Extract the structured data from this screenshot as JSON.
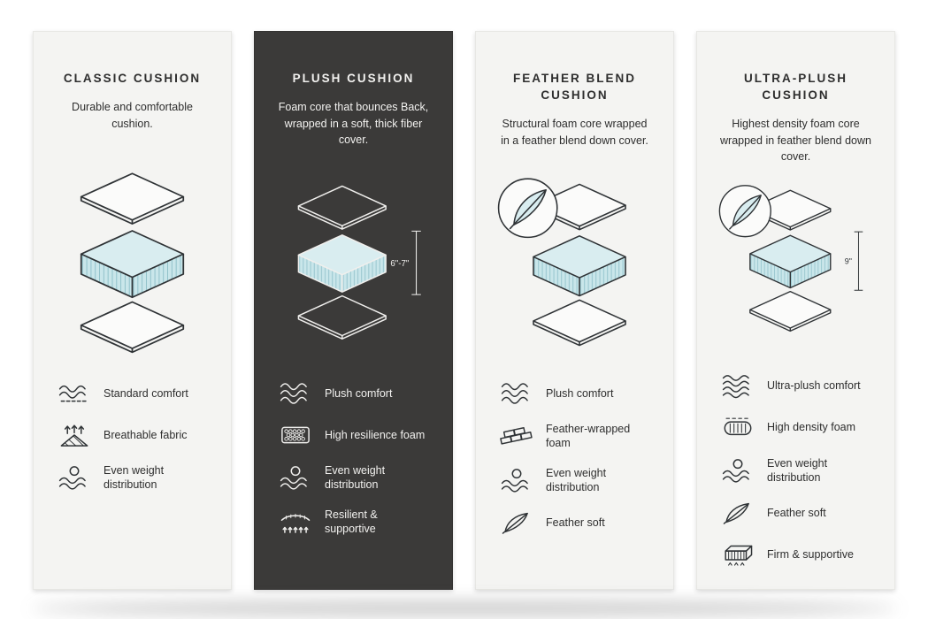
{
  "page": {
    "background": "#ffffff"
  },
  "colors": {
    "card_light": "#f4f4f2",
    "card_dark": "#3b3a39",
    "foam_top": "#d9edf0",
    "foam_side": "#c9e6ea",
    "foam_stripe": "#8fc0c9"
  },
  "cards": [
    {
      "title": "CLASSIC CUSHION",
      "description": "Durable and comfortable cushion.",
      "measure": "",
      "features": [
        {
          "icon": "standard-comfort-icon",
          "label": "Standard comfort"
        },
        {
          "icon": "breathable-fabric-icon",
          "label": "Breathable fabric"
        },
        {
          "icon": "even-weight-distribution-icon",
          "label": "Even weight distribution"
        }
      ]
    },
    {
      "title": "PLUSH CUSHION",
      "description": "Foam core that bounces Back, wrapped in a soft, thick fiber cover.",
      "measure": "6\"-7\"",
      "features": [
        {
          "icon": "plush-comfort-icon",
          "label": "Plush comfort"
        },
        {
          "icon": "high-resilience-foam-icon",
          "label": "High resilience foam"
        },
        {
          "icon": "even-weight-distribution-icon",
          "label": "Even weight distribution"
        },
        {
          "icon": "resilient-supportive-icon",
          "label": "Resilient & supportive"
        }
      ]
    },
    {
      "title": "FEATHER BLEND CUSHION",
      "description": "Structural foam core wrapped in a feather blend down cover.",
      "measure": "",
      "features": [
        {
          "icon": "plush-comfort-icon",
          "label": "Plush comfort"
        },
        {
          "icon": "feather-wrapped-foam-icon",
          "label": "Feather-wrapped foam"
        },
        {
          "icon": "even-weight-distribution-icon",
          "label": "Even weight distribution"
        },
        {
          "icon": "feather-soft-icon",
          "label": "Feather soft"
        }
      ]
    },
    {
      "title": "ULTRA-PLUSH CUSHION",
      "description": "Highest density foam core wrapped in feather blend down cover.",
      "measure": "9\"",
      "features": [
        {
          "icon": "ultra-plush-comfort-icon",
          "label": "Ultra-plush comfort"
        },
        {
          "icon": "high-density-foam-icon",
          "label": "High density foam"
        },
        {
          "icon": "even-weight-distribution-icon",
          "label": "Even weight distribution"
        },
        {
          "icon": "feather-soft-icon",
          "label": "Feather soft"
        },
        {
          "icon": "firm-supportive-icon",
          "label": "Firm & supportive"
        }
      ]
    }
  ]
}
